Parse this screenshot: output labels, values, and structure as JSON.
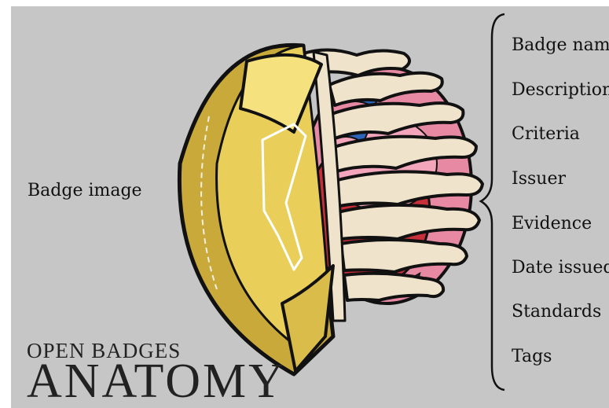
{
  "left_label": "Badge image",
  "fields": [
    {
      "label": "Badge name"
    },
    {
      "label": "Description"
    },
    {
      "label": "Criteria"
    },
    {
      "label": "Issuer"
    },
    {
      "label": "Evidence"
    },
    {
      "label": "Date issued"
    },
    {
      "label": "Standards"
    },
    {
      "label": "Tags"
    }
  ],
  "title": {
    "line1": "OPEN BADGES",
    "line2": "ANATOMY"
  },
  "colors": {
    "background": "#c6c6c6",
    "badge_gold": "#e9cf5a",
    "badge_gold_dark": "#c9a93a",
    "bone": "#efe3cc",
    "organ_pink": "#e889a4",
    "organ_red": "#c72f3a",
    "vessel_blue": "#2d63b8"
  }
}
